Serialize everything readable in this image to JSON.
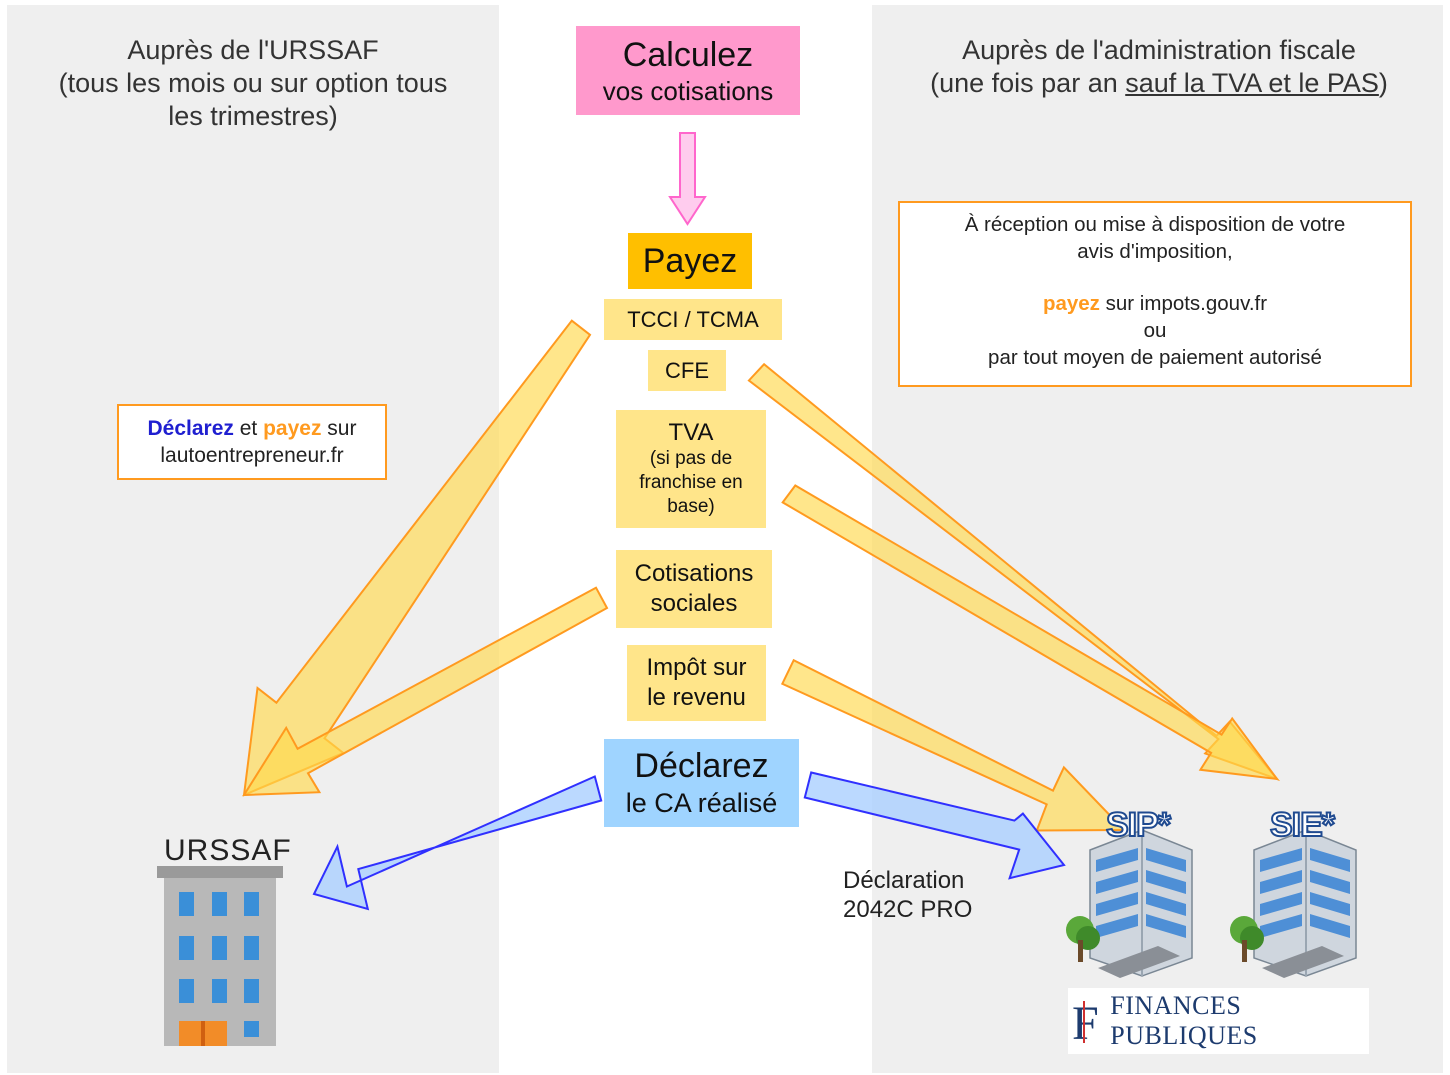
{
  "left_header": [
    "Auprès de l'URSSAF",
    "(tous les mois ou sur option tous",
    "les trimestres)"
  ],
  "right_header": {
    "line1": "Auprès de l'administration fiscale",
    "line2_before": "(une fois par an ",
    "line2_underlined": "sauf la TVA et le PAS",
    "line2_after": ")"
  },
  "calc": {
    "title": "Calculez",
    "subtitle": "vos cotisations"
  },
  "payez": "Payez",
  "items": {
    "tcci": "TCCI / TCMA",
    "cfe": "CFE",
    "tva_title": "TVA",
    "tva_note": [
      "(si pas de",
      "franchise en",
      "base)"
    ],
    "cotisations": [
      "Cotisations",
      "sociales"
    ],
    "impot": [
      "Impôt sur",
      "le revenu"
    ]
  },
  "declarez": {
    "title": "Déclarez",
    "subtitle": "le CA réalisé"
  },
  "urssaf_box": {
    "declarez": "Déclarez",
    "et": " et ",
    "payez": "payez",
    "sur": " sur",
    "site": "lautoentrepreneur.fr"
  },
  "impots_box": {
    "line1": "À réception ou mise à disposition de votre",
    "line2": "avis d'imposition,",
    "payez": "payez",
    "line3_rest": " sur impots.gouv.fr",
    "line4": "ou",
    "line5": "par tout moyen de paiement autorisé"
  },
  "urssaf_label": "URSSAF",
  "declaration_label": [
    "Déclaration",
    "2042C PRO"
  ],
  "sip_label": "SIP*",
  "sie_label": "SIE*",
  "finances_logo": {
    "mark": "F",
    "text": "FINANCES PUBLIQUES"
  },
  "colors": {
    "pink": "#ff99cc",
    "gold": "#ffbf00",
    "yellow": "#ffe58a",
    "blue": "#9fd4ff",
    "orange_border": "#ff9a1f",
    "panel": "#efefef"
  }
}
